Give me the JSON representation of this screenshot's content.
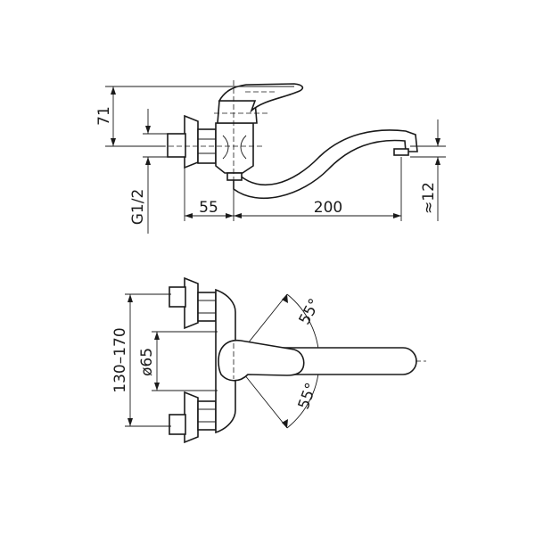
{
  "side_view": {
    "dim_height": "71",
    "dim_thread": "G1/2",
    "dim_body": "55",
    "dim_spout": "200",
    "dim_spout_height": "≈12"
  },
  "top_view": {
    "dim_centers": "130–170",
    "dim_diameter": "ø65",
    "angle_upper": "55°",
    "angle_lower": "55°"
  }
}
